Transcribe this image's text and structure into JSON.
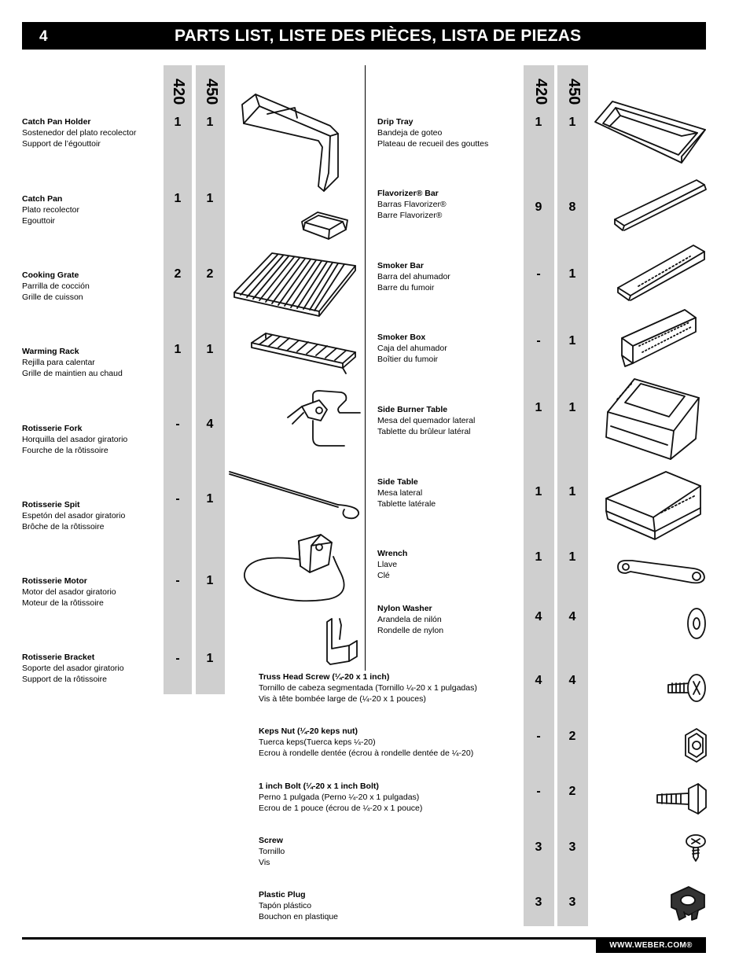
{
  "header": {
    "page_number": "4",
    "title": "PARTS LIST, LISTE DES PIÈCES, LISTA DE PIEZAS"
  },
  "columns": {
    "model_a": "420",
    "model_b": "450"
  },
  "left_parts": [
    {
      "name": "Catch Pan Holder",
      "es": "Sostenedor del plato recolector",
      "fr": "Support de l’égouttoir",
      "q420": "1",
      "q450": "1",
      "icon": "catch-pan-holder-icon"
    },
    {
      "name": "Catch Pan",
      "es": "Plato recolector",
      "fr": "Egouttoir",
      "q420": "1",
      "q450": "1",
      "icon": "catch-pan-icon"
    },
    {
      "name": "Cooking Grate",
      "es": "Parrilla de cocción",
      "fr": "Grille de cuisson",
      "q420": "2",
      "q450": "2",
      "icon": "cooking-grate-icon"
    },
    {
      "name": "Warming Rack",
      "es": "Rejilla para calentar",
      "fr": "Grille de maintien au chaud",
      "q420": "1",
      "q450": "1",
      "icon": "warming-rack-icon"
    },
    {
      "name": "Rotisserie Fork",
      "es": "Horquilla del asador giratorio",
      "fr": "Fourche de la rôtissoire",
      "q420": "-",
      "q450": "4",
      "icon": "rotisserie-fork-icon"
    },
    {
      "name": "Rotisserie Spit",
      "es": "Espetón del asador giratorio",
      "fr": "Brôche de la rôtissoire",
      "q420": "-",
      "q450": "1",
      "icon": "rotisserie-spit-icon"
    },
    {
      "name": "Rotisserie Motor",
      "es": "Motor del asador giratorio",
      "fr": "Moteur de la rôtissoire",
      "q420": "-",
      "q450": "1",
      "icon": "rotisserie-motor-icon"
    },
    {
      "name": "Rotisserie Bracket",
      "es": "Soporte del asador giratorio",
      "fr": "Support de la rôtissoire",
      "q420": "-",
      "q450": "1",
      "icon": "rotisserie-bracket-icon"
    }
  ],
  "right_parts": [
    {
      "name": "Drip Tray",
      "es": "Bandeja de goteo",
      "fr": "Plateau de recueil des gouttes",
      "q420": "1",
      "q450": "1",
      "icon": "drip-tray-icon"
    },
    {
      "name": "Flavorizer® Bar",
      "es": "Barras Flavorizer®",
      "fr": "Barre Flavorizer®",
      "q420": "9",
      "q450": "8",
      "icon": "flavorizer-bar-icon"
    },
    {
      "name": "Smoker Bar",
      "es": "Barra del ahumador",
      "fr": "Barre du fumoir",
      "q420": "-",
      "q450": "1",
      "icon": "smoker-bar-icon"
    },
    {
      "name": "Smoker Box",
      "es": "Caja del ahumador",
      "fr": "Boîtier du fumoir",
      "q420": "-",
      "q450": "1",
      "icon": "smoker-box-icon"
    },
    {
      "name": "Side Burner Table",
      "es": "Mesa del quemador lateral",
      "fr": "Tablette du brûleur latéral",
      "q420": "1",
      "q450": "1",
      "icon": "side-burner-table-icon"
    },
    {
      "name": "Side Table",
      "es": "Mesa lateral",
      "fr": "Tablette latérale",
      "q420": "1",
      "q450": "1",
      "icon": "side-table-icon"
    },
    {
      "name": "Wrench",
      "es": "Llave",
      "fr": "Clé",
      "q420": "1",
      "q450": "1",
      "icon": "wrench-icon"
    },
    {
      "name": "Nylon Washer",
      "es": "Arandela de nilón",
      "fr": "Rondelle de nylon",
      "q420": "4",
      "q450": "4",
      "icon": "nylon-washer-icon"
    },
    {
      "name": "Truss Head Screw (¼-20 x 1 inch)",
      "es": "Tornillo de cabeza segmentada (Tornillo ¼-20 x 1 pulgadas)",
      "fr": "Vis à tête bombée large de (¼-20 x 1 pouces)",
      "q420": "4",
      "q450": "4",
      "icon": "truss-head-screw-icon"
    },
    {
      "name": "Keps Nut (¼-20 keps nut)",
      "es": "Tuerca keps(Tuerca keps ¼-20)",
      "fr": "Ecrou à rondelle dentée (écrou à rondelle dentée de ¼-20)",
      "q420": "-",
      "q450": "2",
      "icon": "keps-nut-icon"
    },
    {
      "name": "1 inch Bolt (¼-20 x 1 inch Bolt)",
      "es": "Perno 1 pulgada (Perno ¼-20 x 1 pulgadas)",
      "fr": "Ecrou de 1 pouce (écrou de ¼-20 x 1 pouce)",
      "q420": "-",
      "q450": "2",
      "icon": "bolt-icon"
    },
    {
      "name": "Screw",
      "es": "Tornillo",
      "fr": "Vis",
      "q420": "3",
      "q450": "3",
      "icon": "screw-icon"
    },
    {
      "name": "Plastic Plug",
      "es": "Tapón plástico",
      "fr": "Bouchon en plastique",
      "q420": "3",
      "q450": "3",
      "icon": "plastic-plug-icon"
    }
  ],
  "footer": {
    "url": "WWW.WEBER.COM®"
  }
}
